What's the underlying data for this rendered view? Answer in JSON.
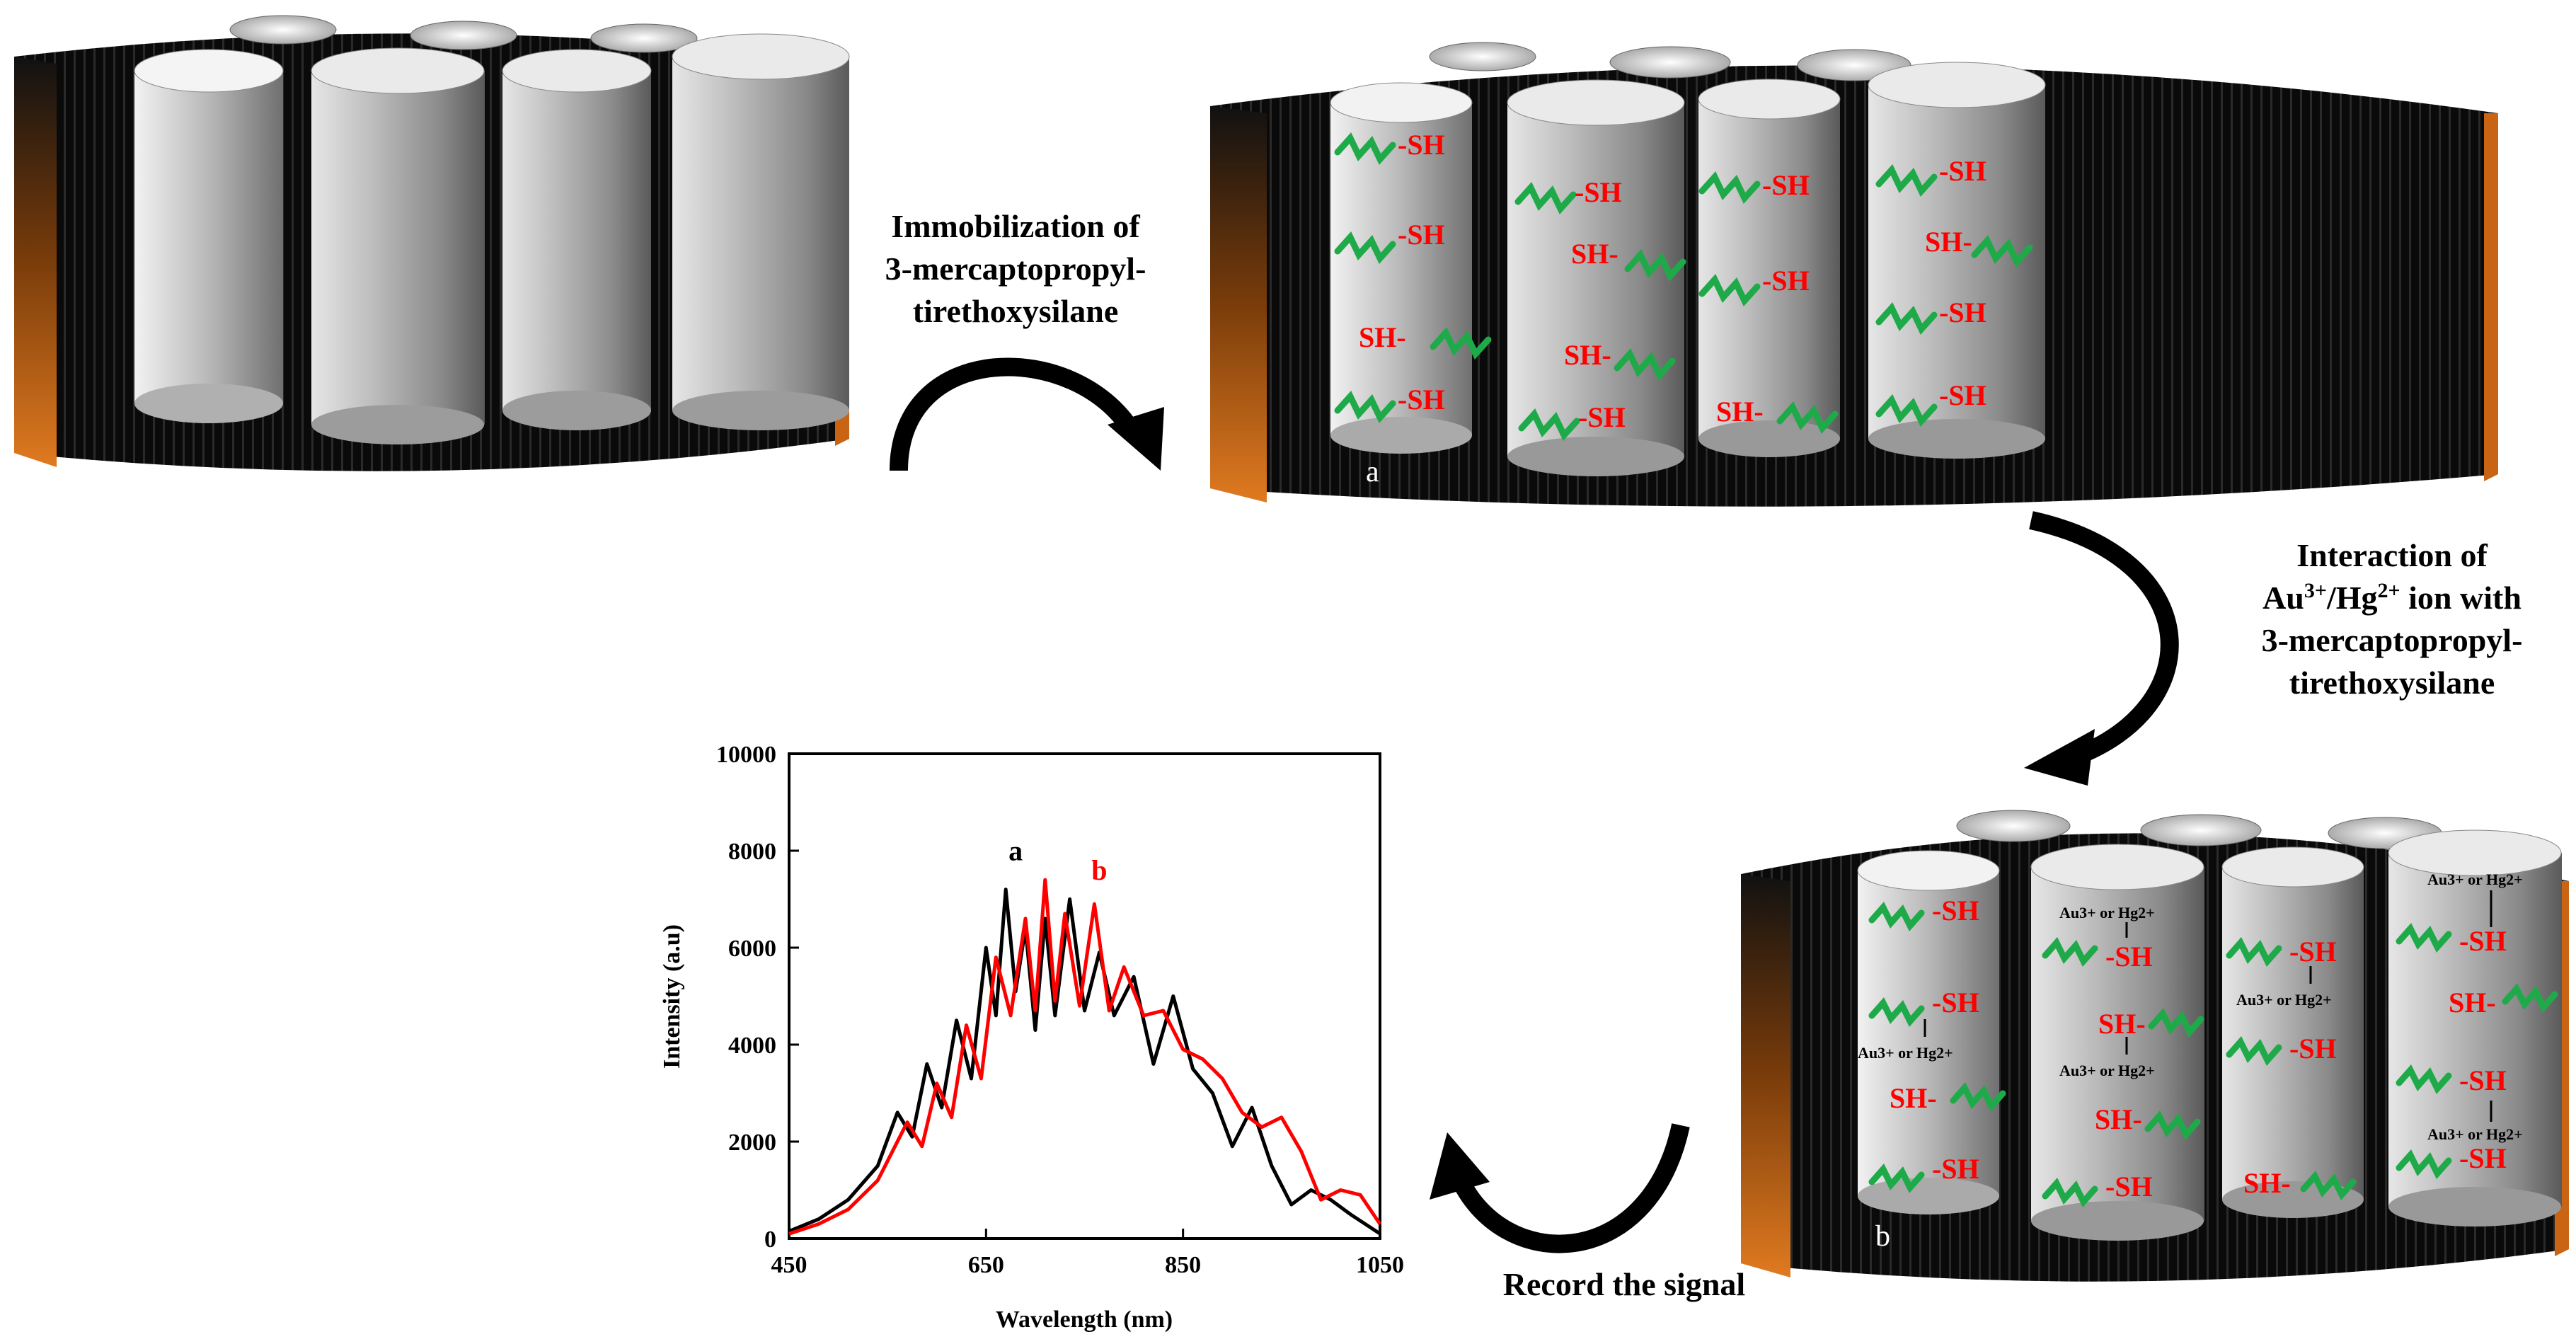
{
  "steps": {
    "step1": [
      "Immobilization of",
      "3-mercaptopropyl-",
      "tirethoxysilane"
    ],
    "step2": {
      "line1": "Interaction of",
      "au": "Au",
      "au_sup": "3+",
      "sep": "/Hg",
      "hg_sup": "2+",
      "tail": " ion with",
      "line3": "3-mercaptopropyl-",
      "line4": "tirethoxysilane"
    },
    "step3": "Record the signal"
  },
  "panels": {
    "a_label": "a",
    "b_label": "b"
  },
  "group_label": "-SH",
  "group_label_left": "SH-",
  "ion_label": "Au3+ or Hg2+",
  "colors": {
    "tray_body": "#0a0a0a",
    "tray_side": "#c86414",
    "cylinder_light": "#eeeeee",
    "cylinder_dark": "#5a5a5a",
    "thiol_chain": "#1faa4a",
    "sh_text": "#ff0000",
    "series_a": "#000000",
    "series_b": "#ff0000"
  },
  "chart_data": {
    "type": "line",
    "xlabel": "Wavelength  (nm)",
    "ylabel": "Intensity  (a.u)",
    "xlim": [
      450,
      1050
    ],
    "ylim": [
      0,
      10000
    ],
    "xticks": [
      450,
      650,
      850,
      1050
    ],
    "yticks": [
      0,
      2000,
      4000,
      6000,
      8000,
      10000
    ],
    "series": [
      {
        "name": "a",
        "x": [
          450,
          480,
          510,
          540,
          560,
          575,
          590,
          605,
          620,
          635,
          650,
          660,
          670,
          680,
          690,
          700,
          710,
          720,
          735,
          750,
          765,
          780,
          800,
          820,
          840,
          860,
          880,
          900,
          920,
          940,
          960,
          980,
          1000,
          1020,
          1050
        ],
        "y": [
          150,
          400,
          800,
          1500,
          2600,
          2100,
          3600,
          2700,
          4500,
          3300,
          6000,
          4600,
          7200,
          5100,
          6400,
          4300,
          6600,
          4600,
          7000,
          4700,
          5900,
          4600,
          5400,
          3600,
          5000,
          3500,
          3000,
          1900,
          2700,
          1500,
          700,
          1000,
          800,
          500,
          100
        ]
      },
      {
        "name": "b",
        "x": [
          450,
          480,
          510,
          540,
          570,
          585,
          600,
          615,
          630,
          645,
          660,
          675,
          690,
          700,
          710,
          720,
          730,
          745,
          760,
          775,
          790,
          810,
          830,
          850,
          870,
          890,
          910,
          930,
          950,
          970,
          990,
          1010,
          1030,
          1050
        ],
        "y": [
          100,
          300,
          600,
          1200,
          2400,
          1900,
          3200,
          2500,
          4400,
          3300,
          5800,
          4600,
          6600,
          4700,
          7400,
          4900,
          6700,
          4800,
          6900,
          4700,
          5600,
          4600,
          4700,
          3900,
          3700,
          3300,
          2600,
          2300,
          2500,
          1800,
          800,
          1000,
          900,
          300
        ]
      }
    ],
    "annotations": [
      "a",
      "b"
    ],
    "grid": false
  }
}
